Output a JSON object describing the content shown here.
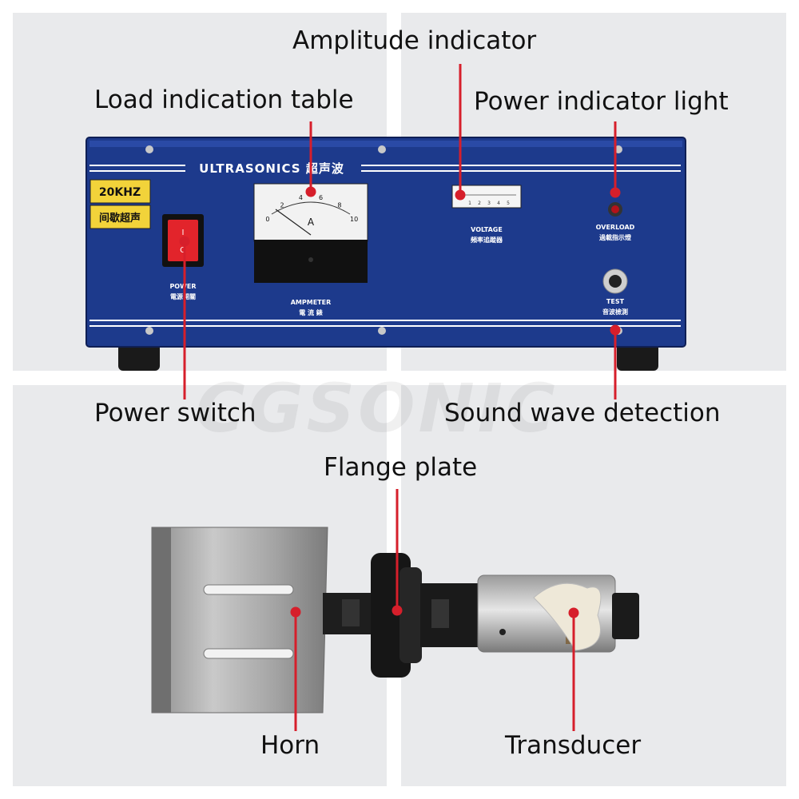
{
  "watermark": "CGSONIC",
  "callouts": {
    "amplitude_indicator": "Amplitude indicator",
    "load_indication_table": "Load indication table",
    "power_indicator_light": "Power indicator light",
    "power_switch": "Power switch",
    "sound_wave_detection": "Sound wave detection",
    "flange_plate": "Flange plate",
    "horn": "Horn",
    "transducer": "Transducer"
  },
  "generator": {
    "brand": "ULTRASONICS 超声波",
    "frequency": "20KHZ",
    "mode": "间歇超声",
    "power_label": "POWER",
    "power_label_cn": "電源開關",
    "switch_on": "I",
    "switch_off": "O",
    "ammeter_label": "AMPMETER",
    "ammeter_label_cn": "電 流 錶",
    "ammeter_unit": "A",
    "ammeter_ticks": [
      "0",
      "2",
      "4",
      "6",
      "8",
      "10"
    ],
    "voltage_label": "VOLTAGE",
    "voltage_label_cn": "頻率追蹤器",
    "voltage_ticks": [
      "1",
      "2",
      "3",
      "4",
      "5"
    ],
    "overload_label": "OVERLOAD",
    "overload_label_cn": "過載指示燈",
    "test_label": "TEST",
    "test_label_cn": "音波檢測"
  },
  "colors": {
    "panel_blue": "#1d3a8c",
    "callout_line": "#d61f2b",
    "background": "#e9eaec"
  }
}
